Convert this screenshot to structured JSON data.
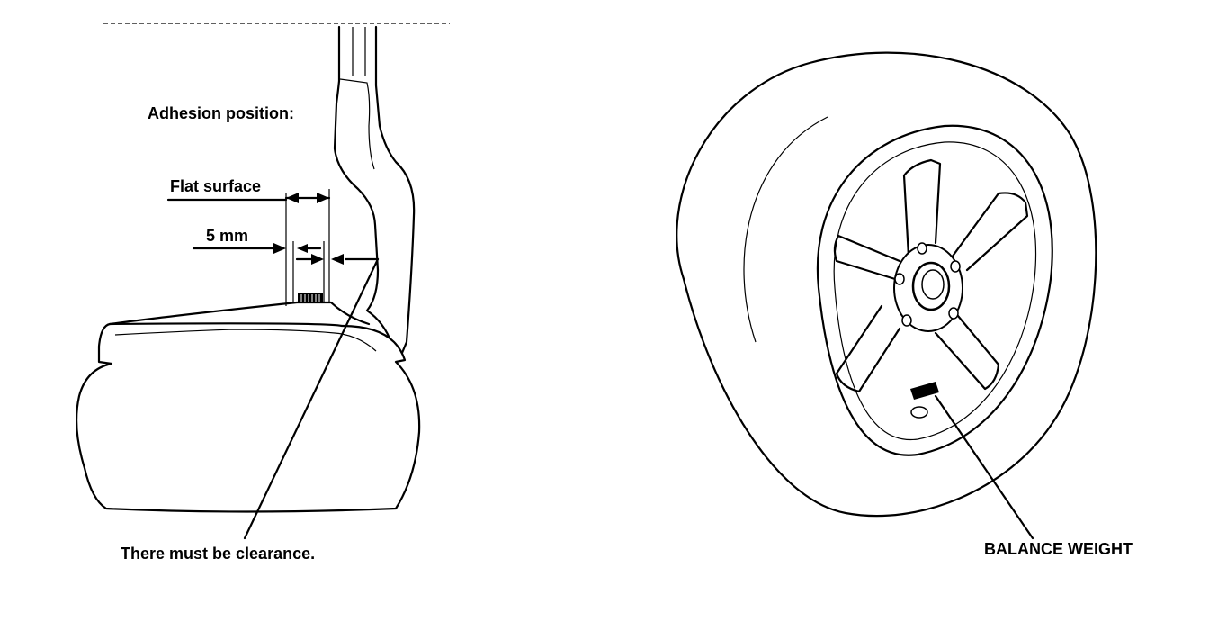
{
  "labels": {
    "adhesion_position": "Adhesion position:",
    "flat_surface": "Flat surface",
    "five_mm": "5 mm",
    "clearance": "There must be clearance.",
    "balance_weight": "BALANCE WEIGHT"
  },
  "colors": {
    "line": "#000000",
    "background": "#ffffff"
  }
}
